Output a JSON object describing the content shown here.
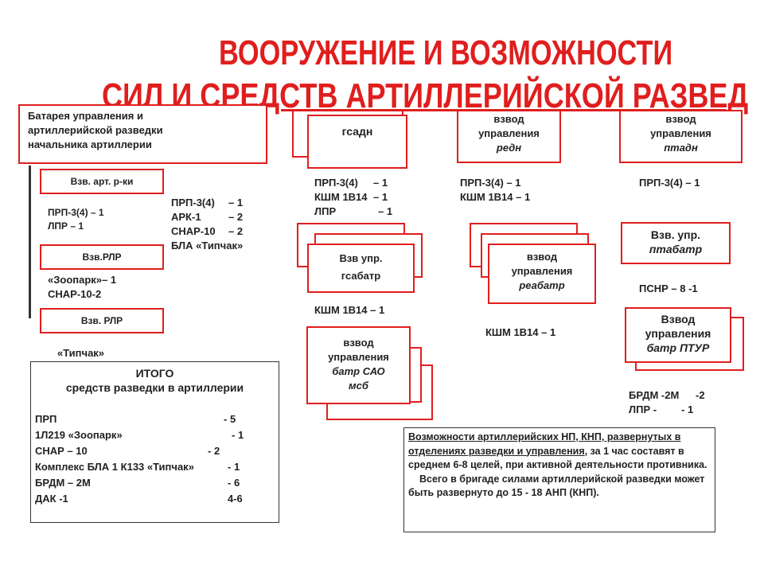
{
  "title": {
    "line1": "ВООРУЖЕНИЕ И ВОЗМОЖНОСТИ",
    "line2": "СИЛ И СРЕДСТВ АРТИЛЛЕРИЙСКОЙ РАЗВЕД"
  },
  "left": {
    "main_box": [
      "Батарея управления и",
      "артиллерийской разведки",
      "начальника артиллерии"
    ],
    "box1": "Взв. арт. р-ки",
    "box1_items": [
      "ПРП-3(4)    – 1",
      "ЛПР – 1"
    ],
    "middle_items": [
      {
        "name": "ПРП-3(4)",
        "val": "– 1"
      },
      {
        "name": "АРК-1",
        "val": "– 2"
      },
      {
        "name": "СНАР-10",
        "val": "– 2"
      },
      {
        "name": "БЛА «Типчак»",
        "val": ""
      }
    ],
    "box2": "Взв.РЛР",
    "box2_items": [
      "«Зоопарк»– 1",
      "СНАР-10-2"
    ],
    "box3": "Взв. РЛР",
    "box3_item": "«Типчак»"
  },
  "summary": {
    "title": "ИТОГО",
    "subtitle": "средств разведки в артиллерии",
    "rows": [
      {
        "name": "ПРП",
        "val": "- 5"
      },
      {
        "name": "1Л219 «Зоопарк»",
        "val": "- 1"
      },
      {
        "name": "СНАР – 10",
        "val": "- 2"
      },
      {
        "name": "Комплекс БЛА 1 К133 «Типчак»",
        "val": "- 1"
      },
      {
        "name": "БРДМ – 2М",
        "val": "- 6"
      },
      {
        "name": "ДАК -1",
        "val": "4-6"
      }
    ]
  },
  "col_gsadn": {
    "box": "гсадн",
    "items": [
      {
        "name": "ПРП-3(4)",
        "val": "– 1"
      },
      {
        "name": "КШМ 1В14",
        "val": "– 1"
      },
      {
        "name": "ЛПР",
        "val": "– 1"
      }
    ],
    "sub_box": [
      "Взв упр.",
      "гсабатр"
    ],
    "sub_item": "КШМ 1В14 – 1",
    "sao_box": [
      "взвод",
      "управления",
      "батр САО",
      "мсб"
    ]
  },
  "col_redn": {
    "box": [
      "взвод",
      "управления",
      "редн"
    ],
    "items": [
      "ПРП-3(4)    – 1",
      "КШМ 1В14 – 1"
    ],
    "sub_box": [
      "взвод",
      "управления",
      "реабатр"
    ],
    "sub_item": "КШМ 1В14 – 1"
  },
  "col_ptadn": {
    "box": [
      "взвод",
      "управления",
      "птадн"
    ],
    "item": "ПРП-3(4) – 1",
    "sub_box": [
      "Взв. упр.",
      "птабатр"
    ],
    "sub_item": "ПСНР – 8 -1",
    "ptur_box": [
      "Взвод",
      "управления",
      "батр ПТУР"
    ],
    "ptur_items": [
      {
        "name": "БРДМ -2М",
        "val": "-2"
      },
      {
        "name": "ЛПР -",
        "val": "- 1"
      }
    ]
  },
  "note": {
    "underlined": "Возможности артиллерийских НП, КНП, развернутых в отделениях разведки и управления",
    "rest": ", за 1 час составят в среднем 6-8 целей, при активной деятельности противника.",
    "para2": "Всего в бригаде силами артиллерийской разведки может быть развернуто до 15 - 18 АНП (КНП)."
  }
}
